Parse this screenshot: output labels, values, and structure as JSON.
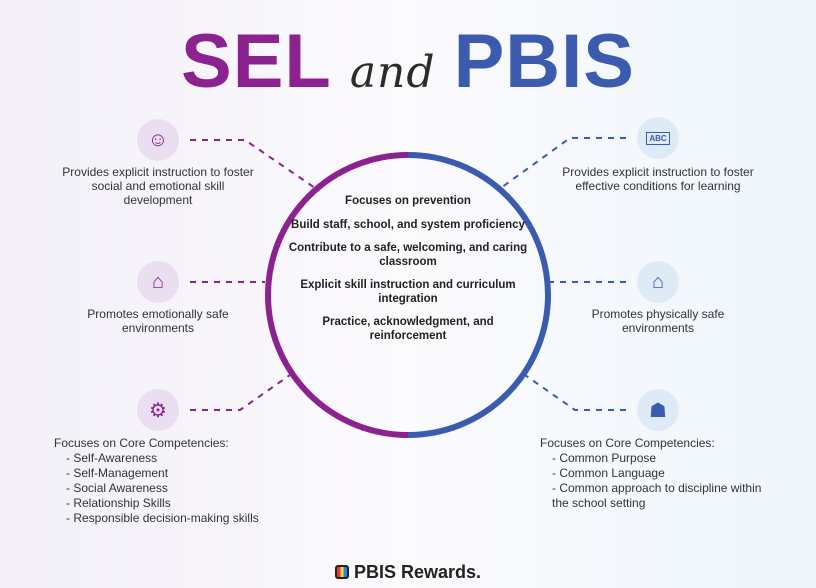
{
  "title": {
    "sel": "SEL",
    "and": "and",
    "pbis": "PBIS"
  },
  "center": [
    "Focuses on prevention",
    "Build staff, school, and system proficiency",
    "Contribute to a safe, welcoming, and caring classroom",
    "Explicit skill instruction and curriculum integration",
    "Practice, acknowledgment, and reinforcement"
  ],
  "sel": {
    "item1": "Provides explicit instruction to foster social and emotional skill development",
    "item2": "Promotes emotionally safe environments",
    "item3_heading": "Focuses on Core Competencies:",
    "competencies": [
      "Self-Awareness",
      "Self-Management",
      "Social Awareness",
      "Relationship Skills",
      "Responsible decision-making skills"
    ]
  },
  "pbis": {
    "item1": "Provides explicit instruction to foster effective conditions for learning",
    "item2": "Promotes physically safe environments",
    "item3_heading": "Focuses on Core Competencies:",
    "competencies": [
      "Common Purpose",
      "Common Language",
      "Common approach to discipline within the school setting"
    ],
    "abc": "ABC"
  },
  "logo": "PBIS Rewards.",
  "colors": {
    "sel": "#8b2290",
    "pbis": "#3a5bae"
  }
}
